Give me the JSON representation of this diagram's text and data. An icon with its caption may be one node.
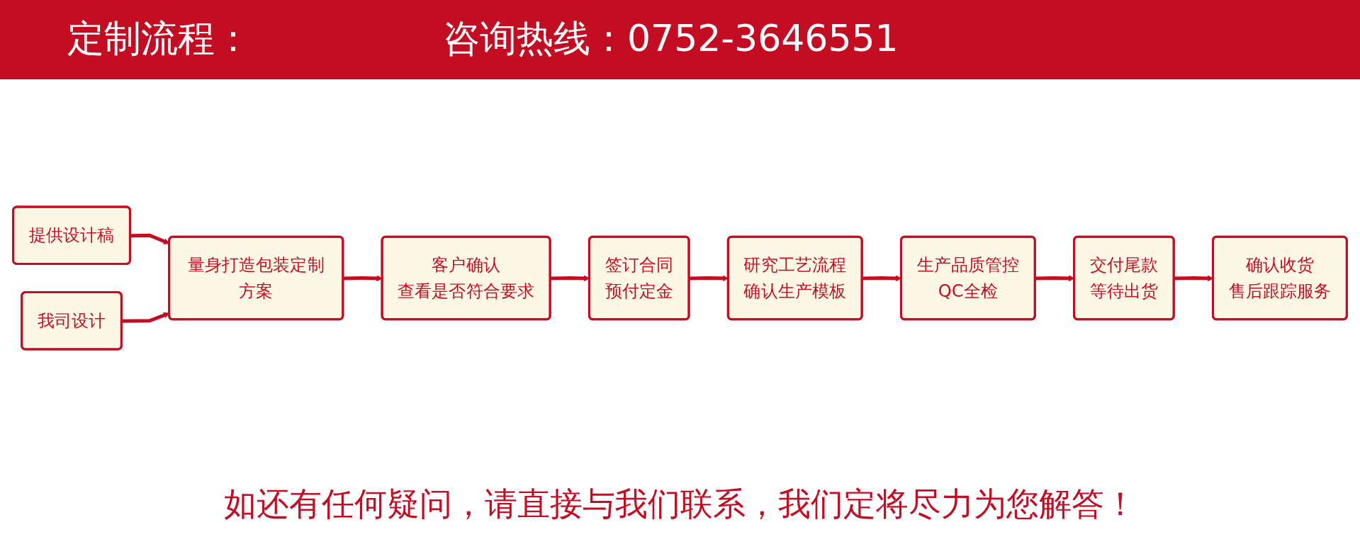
{
  "diagram": {
    "title": "定制流程：",
    "caption": "如还有任何疑问，请直接与我们联系，我们定将尽力为您解答！",
    "nodes": [
      {
        "text": [
          "提供设计稿"
        ]
      },
      {
        "text": [
          "量身打造包装定制方案"
        ]
      },
      {
        "text": [
          "我司设计"
        ]
      },
      {
        "text": [
          "客户确认",
          "查看是否符合要求"
        ]
      },
      {
        "text": [
          "签订合同",
          "预付定金"
        ]
      },
      {
        "text": [
          "研究工艺流程",
          "确认生产模板"
        ]
      },
      {
        "text": [
          "生产品质管控",
          "QC全检"
        ]
      },
      {
        "text": [
          "交付尾款",
          "等待出货"
        ]
      },
      {
        "text": [
          "确认收货",
          "售后跟踪服务"
        ]
      }
    ],
    "edges": [
      {
        "from": 0,
        "to": 1,
        "arrow": "to"
      },
      {
        "from": 2,
        "to": 1,
        "arrow": "to"
      },
      {
        "from": 1,
        "to": 3,
        "arrow": "to"
      },
      {
        "from": 3,
        "to": 4,
        "arrow": "to"
      },
      {
        "from": 4,
        "to": 5,
        "arrow": "to"
      },
      {
        "from": 5,
        "to": 6,
        "arrow": "to"
      },
      {
        "from": 6,
        "to": 7,
        "arrow": "to"
      },
      {
        "from": 7,
        "to": 8,
        "arrow": "to"
      }
    ],
    "labels": [
      "咨询热线：0752-3646551"
    ]
  }
}
